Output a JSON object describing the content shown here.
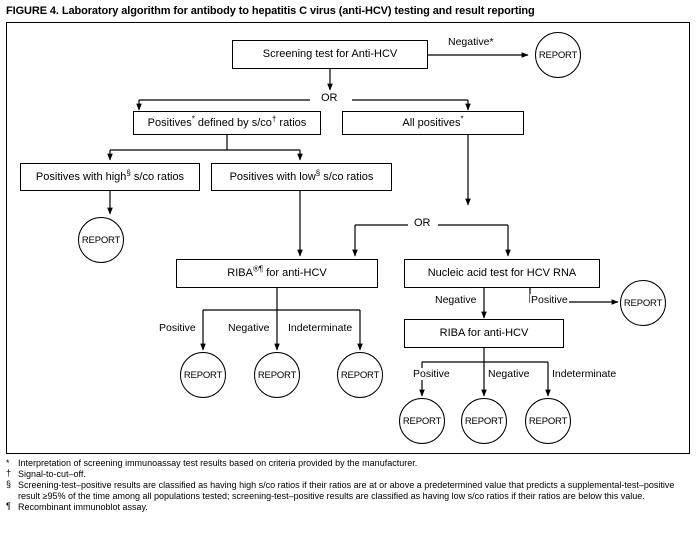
{
  "figure": {
    "title": "FIGURE 4. Laboratory algorithm for antibody to hepatitis C virus (anti-HCV) testing and result reporting"
  },
  "nodes": {
    "screening": "Screening test for Anti-HCV",
    "positives_sco": "Positives* defined by s/co† ratios",
    "all_positives": "All positives*",
    "high_sco": "Positives with high§ s/co ratios",
    "low_sco": "Positives with low§ s/co ratios",
    "riba_left": "RIBA®¶ for anti-HCV",
    "nucleic_acid": "Nucleic acid test for HCV RNA",
    "riba_right": "RIBA for anti-HCV"
  },
  "report_label": "REPORT",
  "reports": [
    {
      "id": "report-negative-screen",
      "label": "REPORT"
    },
    {
      "id": "report-high-sco",
      "label": "REPORT"
    },
    {
      "id": "report-riba-left-positive",
      "label": "REPORT"
    },
    {
      "id": "report-riba-left-negative",
      "label": "REPORT"
    },
    {
      "id": "report-riba-left-indeterminate",
      "label": "REPORT"
    },
    {
      "id": "report-rna-positive",
      "label": "REPORT"
    },
    {
      "id": "report-riba-right-positive",
      "label": "REPORT"
    },
    {
      "id": "report-riba-right-negative",
      "label": "REPORT"
    },
    {
      "id": "report-riba-right-indeterminate",
      "label": "REPORT"
    }
  ],
  "edge_labels": {
    "screen_negative": "Negative*",
    "or_top": "OR",
    "or_mid": "OR",
    "riba_left_positive": "Positive",
    "riba_left_negative": "Negative",
    "riba_left_indeterminate": "Indeterminate",
    "rna_negative": "Negative",
    "rna_positive": "Positive",
    "riba_right_positive": "Positive",
    "riba_right_negative": "Negative",
    "riba_right_indeterminate": "Indeterminate"
  },
  "footnotes": [
    {
      "marker": "*",
      "text": "Interpretation of screening immunoassay test results based on criteria provided by the manufacturer."
    },
    {
      "marker": "†",
      "text": "Signal-to-cut–off."
    },
    {
      "marker": "§",
      "text": "Screening-test–positive results are classified as having high s/co ratios if their ratios are at or above a predetermined value that predicts a supplemental-test–positive result ≥95% of the time among all populations tested; screening-test–positive results are classified as having low s/co ratios if their ratios are below this value."
    },
    {
      "marker": "¶",
      "text": "Recombinant immunoblot assay."
    }
  ],
  "colors": {
    "line": "#000000",
    "background": "#ffffff"
  }
}
